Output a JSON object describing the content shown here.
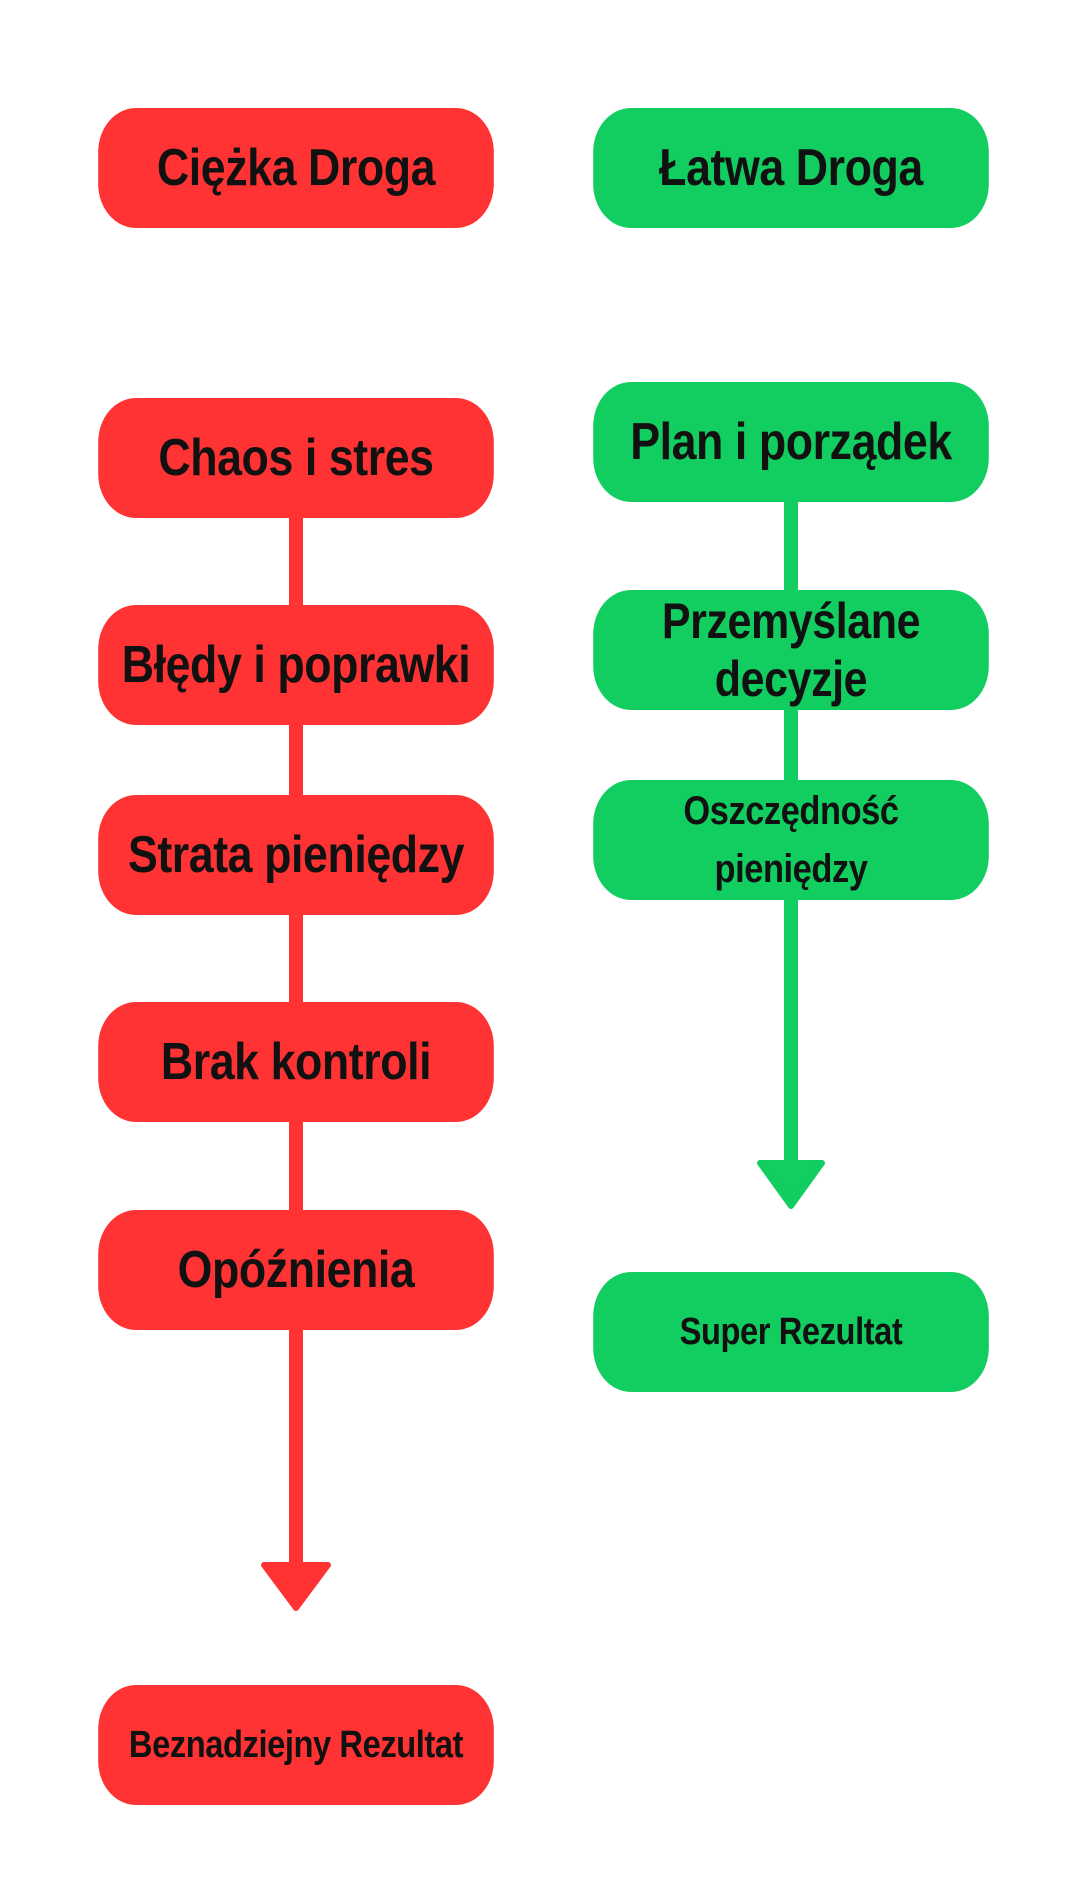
{
  "colors": {
    "hard_path": "#ff3334",
    "easy_path": "#12cd5f",
    "text": "#111111"
  },
  "hard_path": {
    "title": "Ciężka Droga",
    "steps": [
      "Chaos i stres",
      "Błędy i poprawki",
      "Strata pieniędzy",
      "Brak kontroli",
      "Opóźnienia"
    ],
    "result": "Beznadziejny Rezultat"
  },
  "easy_path": {
    "title": "Łatwa Droga",
    "steps": [
      "Plan i porządek",
      "Przemyślane decyzje",
      "Oszczędność pieniędzy"
    ],
    "result": "Super Rezultat"
  }
}
